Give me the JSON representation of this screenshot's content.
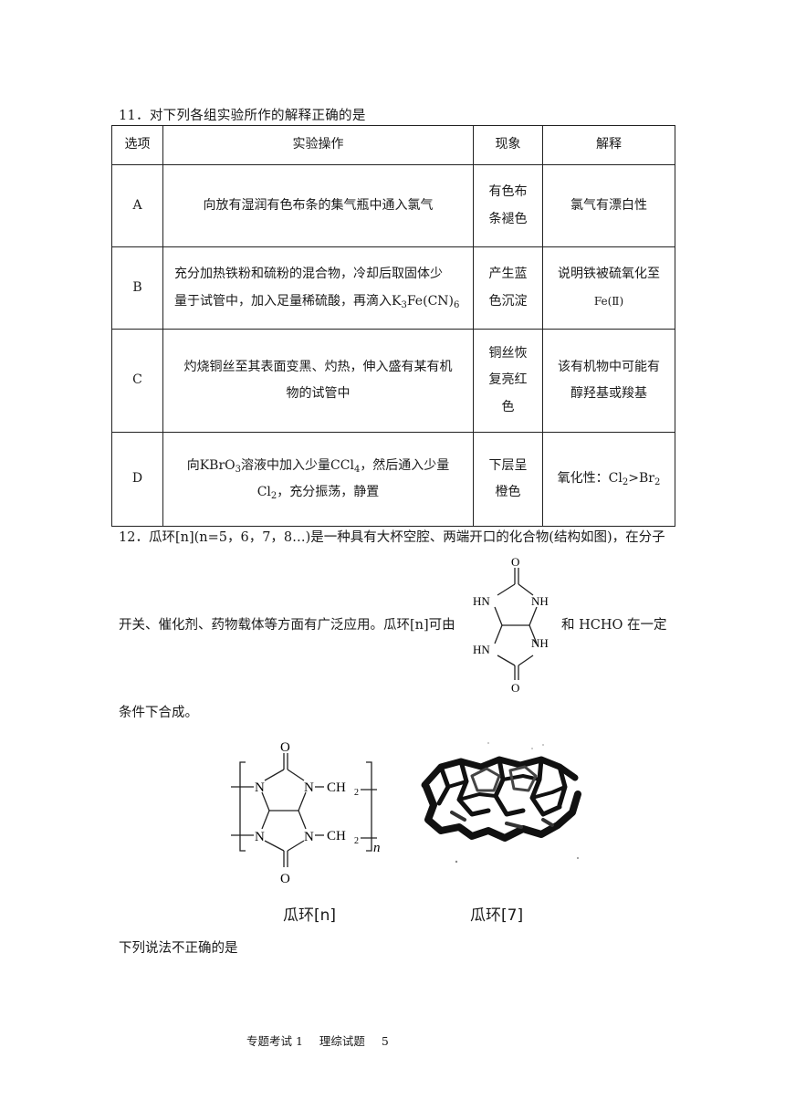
{
  "q11": {
    "title": "11．对下列各组实验所作的解释正确的是",
    "headers": [
      "选项",
      "实验操作",
      "现象",
      "解释"
    ],
    "rows": [
      {
        "option": "A",
        "op_line1": "向放有湿润有色布条的集气瓶中通入氯气",
        "op_line2": "",
        "phen": [
          "有色布",
          "条褪色"
        ],
        "expl": [
          "氯气有漂白性",
          ""
        ]
      },
      {
        "option": "B",
        "op_line1": "充分加热铁粉和硫粉的混合物，冷却后取固体少",
        "op_line2": "量于试管中，加入足量稀硫酸，再滴入",
        "op_formula": "K3Fe(CN)6",
        "phen": [
          "产生蓝",
          "色沉淀"
        ],
        "expl": [
          "说明铁被硫氧化至",
          "Fe(Ⅱ)"
        ]
      },
      {
        "option": "C",
        "op_line1": "灼烧铜丝至其表面变黑、灼热，伸入盛有某有机",
        "op_line2": "物的试管中",
        "phen": [
          "铜丝恢",
          "复亮红",
          "色"
        ],
        "expl": [
          "该有机物中可能有",
          "醇羟基或羧基"
        ]
      },
      {
        "option": "D",
        "op_line1_pre": "向",
        "op_line1_chem1": "KBrO3",
        "op_line1_mid": "溶液中加入少量",
        "op_line1_chem2": "CCl4",
        "op_line1_post": "，然后通入少量",
        "op_line2_chem": "Cl2",
        "op_line2_post": "，充分振荡，静置",
        "phen": [
          "下层呈",
          "橙色"
        ],
        "expl_pre": "氧化性：",
        "expl_formula": "Cl2>Br2"
      }
    ]
  },
  "q12": {
    "line1": "12．瓜环[n](n=5，6，7，8…)是一种具有大杯空腔、两端开口的化合物(结构如图)，在分子",
    "line2_pre": "开关、催化剂、药物载体等方面有广泛应用。瓜环[n]可由",
    "line2_post": "和 HCHO 在一定",
    "line3": "条件下合成。",
    "caption_left": "瓜环[n]",
    "caption_right": "瓜环[7]",
    "question": "下列说法不正确的是",
    "mol_labels": {
      "O": "O",
      "NH": "NH",
      "HN": "HN",
      "N": "N",
      "CH2": "CH",
      "two": "2",
      "n": "n"
    }
  },
  "footer": {
    "exam": "专题考试 1",
    "subject": "理综试题",
    "page": "5"
  }
}
